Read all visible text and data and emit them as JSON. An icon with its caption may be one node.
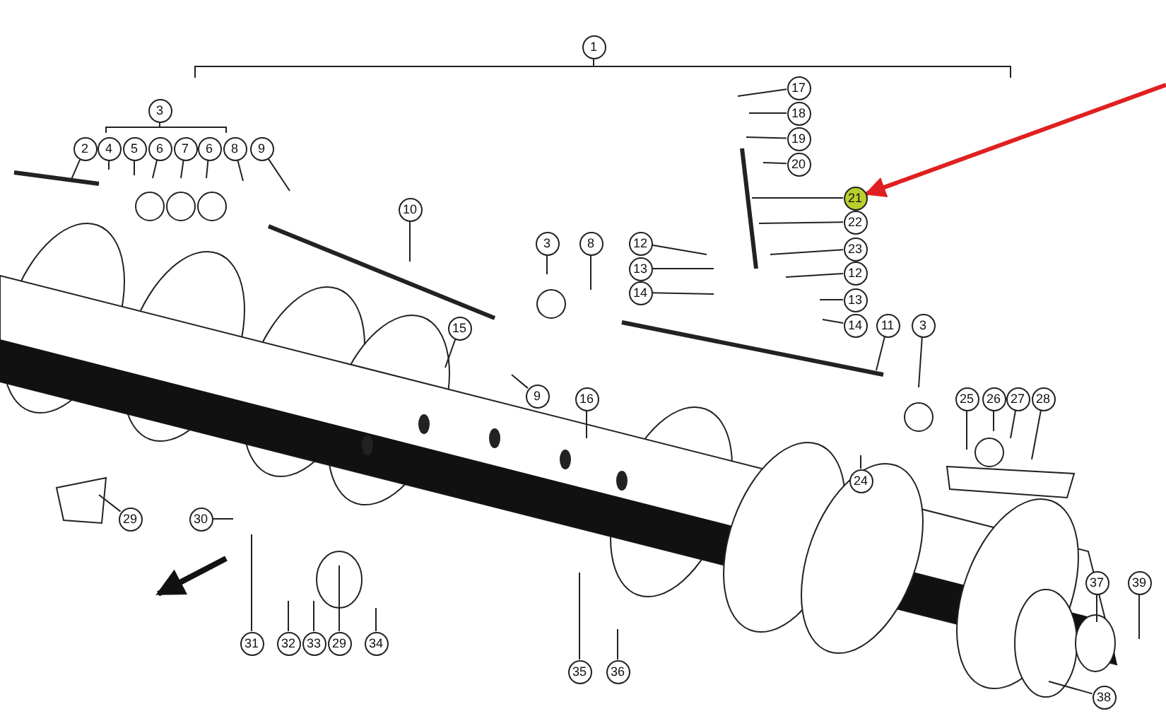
{
  "diagram": {
    "nodes": [
      {
        "text": [
          "1"
        ]
      },
      {
        "text": [
          "3"
        ]
      },
      {
        "text": [
          "2"
        ]
      },
      {
        "text": [
          "4"
        ]
      },
      {
        "text": [
          "5"
        ]
      },
      {
        "text": [
          "6"
        ]
      },
      {
        "text": [
          "7"
        ]
      },
      {
        "text": [
          "6"
        ]
      },
      {
        "text": [
          "8"
        ]
      },
      {
        "text": [
          "9"
        ]
      },
      {
        "text": [
          "10"
        ]
      },
      {
        "text": [
          "3"
        ]
      },
      {
        "text": [
          "8"
        ]
      },
      {
        "text": [
          "12"
        ]
      },
      {
        "text": [
          "13"
        ]
      },
      {
        "text": [
          "14"
        ]
      },
      {
        "text": [
          "17"
        ]
      },
      {
        "text": [
          "18"
        ]
      },
      {
        "text": [
          "19"
        ]
      },
      {
        "text": [
          "20"
        ]
      },
      {
        "text": [
          "21"
        ]
      },
      {
        "text": [
          "22"
        ]
      },
      {
        "text": [
          "23"
        ]
      },
      {
        "text": [
          "12"
        ]
      },
      {
        "text": [
          "13"
        ]
      },
      {
        "text": [
          "14"
        ]
      },
      {
        "text": [
          "11"
        ]
      },
      {
        "text": [
          "3"
        ]
      },
      {
        "text": [
          "15"
        ]
      },
      {
        "text": [
          "9"
        ]
      },
      {
        "text": [
          "16"
        ]
      },
      {
        "text": [
          "25"
        ]
      },
      {
        "text": [
          "26"
        ]
      },
      {
        "text": [
          "27"
        ]
      },
      {
        "text": [
          "28"
        ]
      },
      {
        "text": [
          "24"
        ]
      },
      {
        "text": [
          "29"
        ]
      },
      {
        "text": [
          "30"
        ]
      },
      {
        "text": [
          "31"
        ]
      },
      {
        "text": [
          "32"
        ]
      },
      {
        "text": [
          "33"
        ]
      },
      {
        "text": [
          "29"
        ]
      },
      {
        "text": [
          "34"
        ]
      },
      {
        "text": [
          "35"
        ]
      },
      {
        "text": [
          "36"
        ]
      },
      {
        "text": [
          "37"
        ]
      },
      {
        "text": [
          "39"
        ]
      },
      {
        "text": [
          "38"
        ]
      }
    ],
    "edges": [
      {
        "from": 2,
        "to": null,
        "arrow": "none"
      },
      {
        "from": 3,
        "to": null,
        "arrow": "none"
      },
      {
        "from": 4,
        "to": null,
        "arrow": "none"
      },
      {
        "from": 5,
        "to": null,
        "arrow": "none"
      },
      {
        "from": 6,
        "to": null,
        "arrow": "none"
      },
      {
        "from": 7,
        "to": null,
        "arrow": "none"
      },
      {
        "from": 8,
        "to": null,
        "arrow": "none"
      },
      {
        "from": 9,
        "to": null,
        "arrow": "none"
      },
      {
        "from": 10,
        "to": null,
        "arrow": "none"
      },
      {
        "from": 11,
        "to": null,
        "arrow": "none"
      },
      {
        "from": 12,
        "to": null,
        "arrow": "none"
      },
      {
        "from": 13,
        "to": null,
        "arrow": "none"
      },
      {
        "from": 14,
        "to": null,
        "arrow": "none"
      },
      {
        "from": 15,
        "to": null,
        "arrow": "none"
      },
      {
        "from": 16,
        "to": null,
        "arrow": "none"
      },
      {
        "from": 17,
        "to": null,
        "arrow": "none"
      },
      {
        "from": 18,
        "to": null,
        "arrow": "none"
      },
      {
        "from": 19,
        "to": null,
        "arrow": "none"
      },
      {
        "from": 20,
        "to": null,
        "arrow": "none"
      },
      {
        "from": 21,
        "to": null,
        "arrow": "none"
      },
      {
        "from": 22,
        "to": null,
        "arrow": "none"
      },
      {
        "from": 23,
        "to": null,
        "arrow": "none"
      },
      {
        "from": 24,
        "to": null,
        "arrow": "none"
      },
      {
        "from": 25,
        "to": null,
        "arrow": "none"
      },
      {
        "from": 26,
        "to": null,
        "arrow": "none"
      },
      {
        "from": 27,
        "to": null,
        "arrow": "none"
      },
      {
        "from": 28,
        "to": null,
        "arrow": "none"
      },
      {
        "from": 29,
        "to": null,
        "arrow": "none"
      },
      {
        "from": 30,
        "to": null,
        "arrow": "none"
      },
      {
        "from": 31,
        "to": null,
        "arrow": "none"
      },
      {
        "from": 32,
        "to": null,
        "arrow": "none"
      },
      {
        "from": 33,
        "to": null,
        "arrow": "none"
      },
      {
        "from": 34,
        "to": null,
        "arrow": "none"
      },
      {
        "from": 35,
        "to": null,
        "arrow": "none"
      },
      {
        "from": 36,
        "to": null,
        "arrow": "none"
      },
      {
        "from": 37,
        "to": null,
        "arrow": "none"
      },
      {
        "from": 38,
        "to": null,
        "arrow": "none"
      },
      {
        "from": 39,
        "to": null,
        "arrow": "none"
      },
      {
        "from": 40,
        "to": null,
        "arrow": "none"
      },
      {
        "from": 41,
        "to": null,
        "arrow": "none"
      },
      {
        "from": 42,
        "to": null,
        "arrow": "none"
      },
      {
        "from": 43,
        "to": null,
        "arrow": "none"
      },
      {
        "from": 44,
        "to": null,
        "arrow": "none"
      },
      {
        "from": 45,
        "to": null,
        "arrow": "none"
      },
      {
        "from": 46,
        "to": null,
        "arrow": "none"
      },
      {
        "from": 47,
        "to": null,
        "arrow": "none"
      },
      {
        "from": null,
        "to": 20,
        "arrow": "to",
        "style": "thick",
        "color": "#e02020"
      }
    ]
  }
}
